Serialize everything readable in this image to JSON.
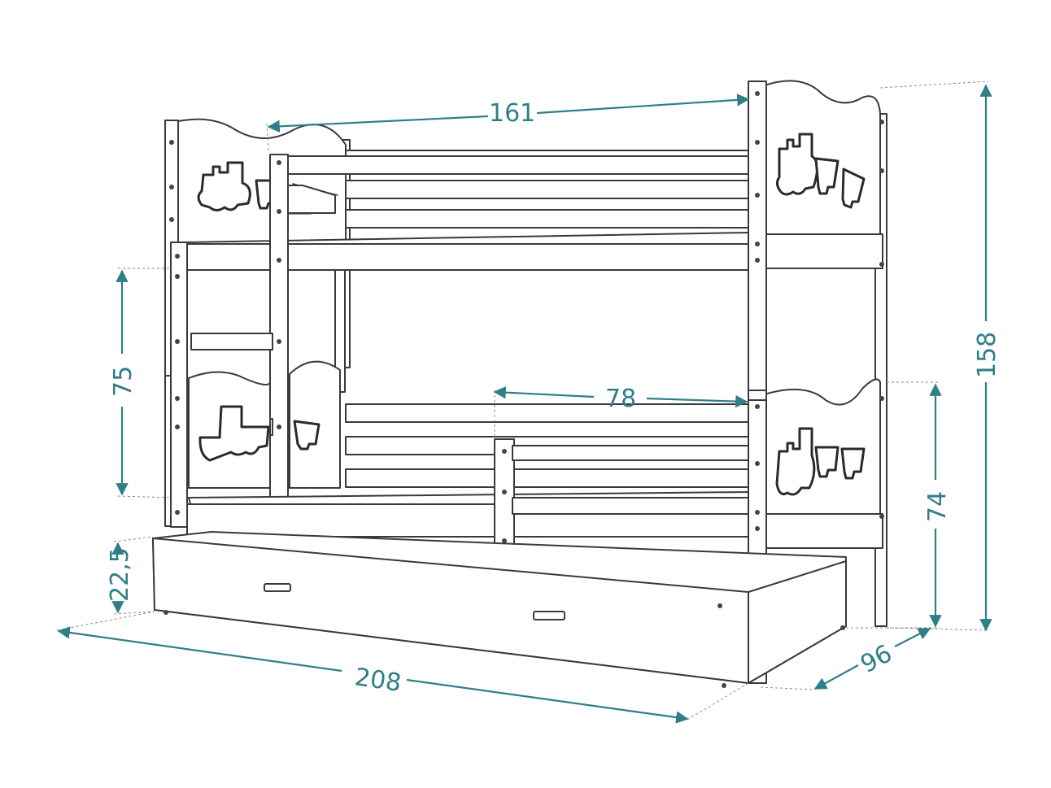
{
  "dimensions": {
    "top_length": "161",
    "total_height": "158",
    "upper_clearance": "75",
    "inner_width": "78",
    "lower_end_height": "74",
    "drawer_height": "22,5",
    "total_length": "208",
    "depth": "96"
  },
  "colors": {
    "dimension": "#2f7f86",
    "outline": "#3a3a3a",
    "background": "#ffffff"
  },
  "icons": [
    "train-icon"
  ]
}
